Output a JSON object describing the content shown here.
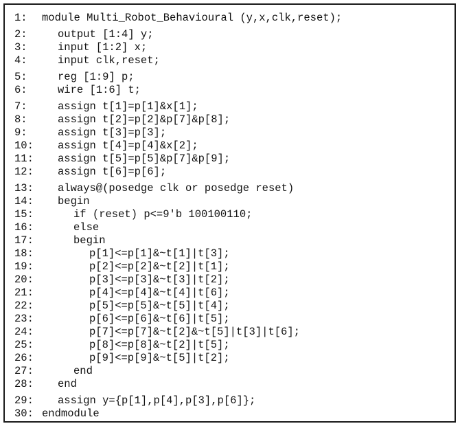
{
  "lines": [
    {
      "n": "1:",
      "indent": 0,
      "text": "module Multi_Robot_Behavioural (y,x,clk,reset);",
      "gap": false
    },
    {
      "n": "2:",
      "indent": 1,
      "text": "output [1:4] y;",
      "gap": true
    },
    {
      "n": "3:",
      "indent": 1,
      "text": "input [1:2] x;",
      "gap": false
    },
    {
      "n": "4:",
      "indent": 1,
      "text": "input clk,reset;",
      "gap": false
    },
    {
      "n": "5:",
      "indent": 1,
      "text": "reg [1:9] p;",
      "gap": true
    },
    {
      "n": "6:",
      "indent": 1,
      "text": "wire [1:6] t;",
      "gap": false
    },
    {
      "n": "7:",
      "indent": 1,
      "text": "assign t[1]=p[1]&x[1];",
      "gap": true
    },
    {
      "n": "8:",
      "indent": 1,
      "text": "assign t[2]=p[2]&p[7]&p[8];",
      "gap": false
    },
    {
      "n": "9:",
      "indent": 1,
      "text": "assign t[3]=p[3];",
      "gap": false
    },
    {
      "n": "10:",
      "indent": 1,
      "text": "assign t[4]=p[4]&x[2];",
      "gap": false
    },
    {
      "n": "11:",
      "indent": 1,
      "text": "assign t[5]=p[5]&p[7]&p[9];",
      "gap": false
    },
    {
      "n": "12:",
      "indent": 1,
      "text": "assign t[6]=p[6];",
      "gap": false
    },
    {
      "n": "13:",
      "indent": 1,
      "text": "always@(posedge clk or posedge reset)",
      "gap": true
    },
    {
      "n": "14:",
      "indent": 1,
      "text": "begin",
      "gap": false
    },
    {
      "n": "15:",
      "indent": 2,
      "text": "if (reset) p<=9'b 100100110;",
      "gap": false
    },
    {
      "n": "16:",
      "indent": 2,
      "text": "else",
      "gap": false
    },
    {
      "n": "17:",
      "indent": 2,
      "text": "begin",
      "gap": false
    },
    {
      "n": "18:",
      "indent": 3,
      "text": "p[1]<=p[1]&~t[1]|t[3];",
      "gap": false
    },
    {
      "n": "19:",
      "indent": 3,
      "text": "p[2]<=p[2]&~t[2]|t[1];",
      "gap": false
    },
    {
      "n": "20:",
      "indent": 3,
      "text": "p[3]<=p[3]&~t[3]|t[2];",
      "gap": false
    },
    {
      "n": "21:",
      "indent": 3,
      "text": "p[4]<=p[4]&~t[4]|t[6];",
      "gap": false
    },
    {
      "n": "22:",
      "indent": 3,
      "text": "p[5]<=p[5]&~t[5]|t[4];",
      "gap": false
    },
    {
      "n": "23:",
      "indent": 3,
      "text": "p[6]<=p[6]&~t[6]|t[5];",
      "gap": false
    },
    {
      "n": "24:",
      "indent": 3,
      "text": "p[7]<=p[7]&~t[2]&~t[5]|t[3]|t[6];",
      "gap": false
    },
    {
      "n": "25:",
      "indent": 3,
      "text": "p[8]<=p[8]&~t[2]|t[5];",
      "gap": false
    },
    {
      "n": "26:",
      "indent": 3,
      "text": "p[9]<=p[9]&~t[5]|t[2];",
      "gap": false
    },
    {
      "n": "27:",
      "indent": 2,
      "text": "end",
      "gap": false
    },
    {
      "n": "28:",
      "indent": 1,
      "text": "end",
      "gap": false
    },
    {
      "n": "29:",
      "indent": 1,
      "text": "assign y={p[1],p[4],p[3],p[6]};",
      "gap": true
    },
    {
      "n": "30:",
      "indent": 0,
      "text": "endmodule",
      "gap": false
    }
  ]
}
